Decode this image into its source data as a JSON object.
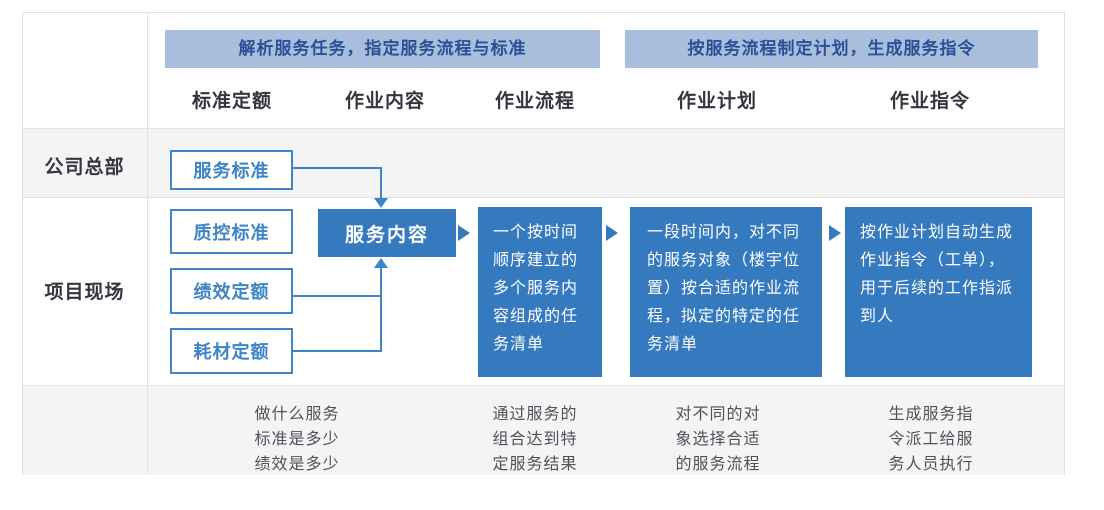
{
  "banners": [
    {
      "label": "解析服务任务，指定服务流程与标准"
    },
    {
      "label": "按服务流程制定计划，生成服务指令"
    }
  ],
  "columns": [
    {
      "label": "标准定额"
    },
    {
      "label": "作业内容"
    },
    {
      "label": "作业流程"
    },
    {
      "label": "作业计划"
    },
    {
      "label": "作业指令"
    }
  ],
  "row_labels": [
    {
      "label": "公司总部"
    },
    {
      "label": "项目现场"
    }
  ],
  "standard_boxes": [
    {
      "label": "服务标准"
    },
    {
      "label": "质控标准"
    },
    {
      "label": "绩效定额"
    },
    {
      "label": "耗材定额"
    }
  ],
  "process_boxes": {
    "service_content": "服务内容",
    "work_process": "一个按时间顺序建立的多个服务内容组成的任务清单",
    "work_plan": "一段时间内，对不同的服务对象（楼宇位置）按合适的作业流程，拟定的特定的任务清单",
    "work_instruction": "按作业计划自动生成作业指令（工单），用于后续的工作指派到人"
  },
  "footnotes": [
    {
      "text": "做什么服务\n标准是多少\n绩效是多少"
    },
    {
      "text": "通过服务的\n组合达到特\n定服务结果"
    },
    {
      "text": "对不同的对\n象选择合适\n的服务流程"
    },
    {
      "text": "生成服务指\n令派工给服\n务人员执行"
    }
  ],
  "colors": {
    "banner_bg": "#a9bedd",
    "banner_text": "#2d4f96",
    "accent_blue": "#3e84c7",
    "solid_blue": "#3579bf",
    "band_gray": "#f4f4f5"
  }
}
